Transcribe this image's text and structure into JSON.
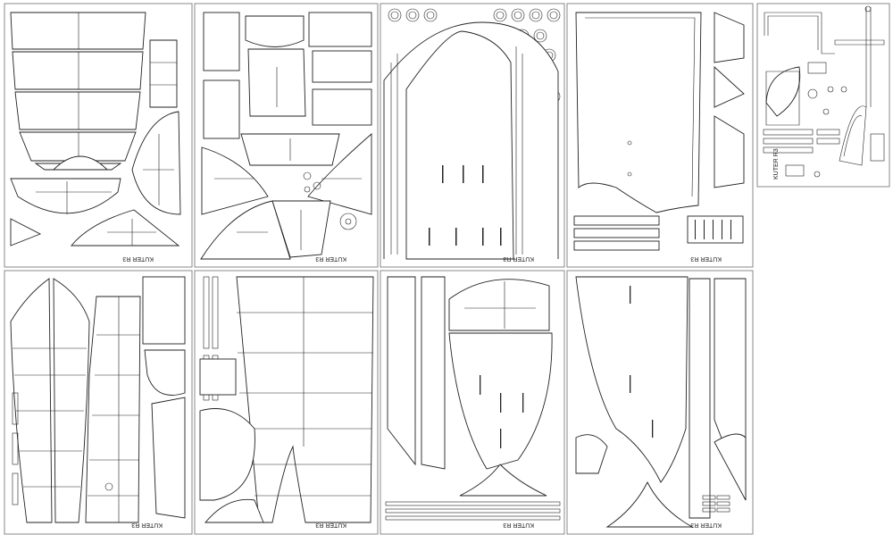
{
  "sheet_label": "KUTER R3",
  "sheets": [
    {
      "id": "sheet-1",
      "label": "KUTER R3"
    },
    {
      "id": "sheet-2",
      "label": "KUTER R3"
    },
    {
      "id": "sheet-3",
      "label": "KUTER R3"
    },
    {
      "id": "sheet-4",
      "label": "KUTER R3"
    },
    {
      "id": "sheet-5",
      "label": "KUTER R3"
    },
    {
      "id": "sheet-6",
      "label": "KUTER R3"
    },
    {
      "id": "sheet-7",
      "label": "KUTER R3"
    },
    {
      "id": "sheet-8",
      "label": "KUTER R3"
    },
    {
      "id": "sheet-9",
      "label": "KUTER R3"
    }
  ],
  "colors": {
    "background": "#ffffff",
    "line": "#222222",
    "sheet_border": "#888888"
  }
}
